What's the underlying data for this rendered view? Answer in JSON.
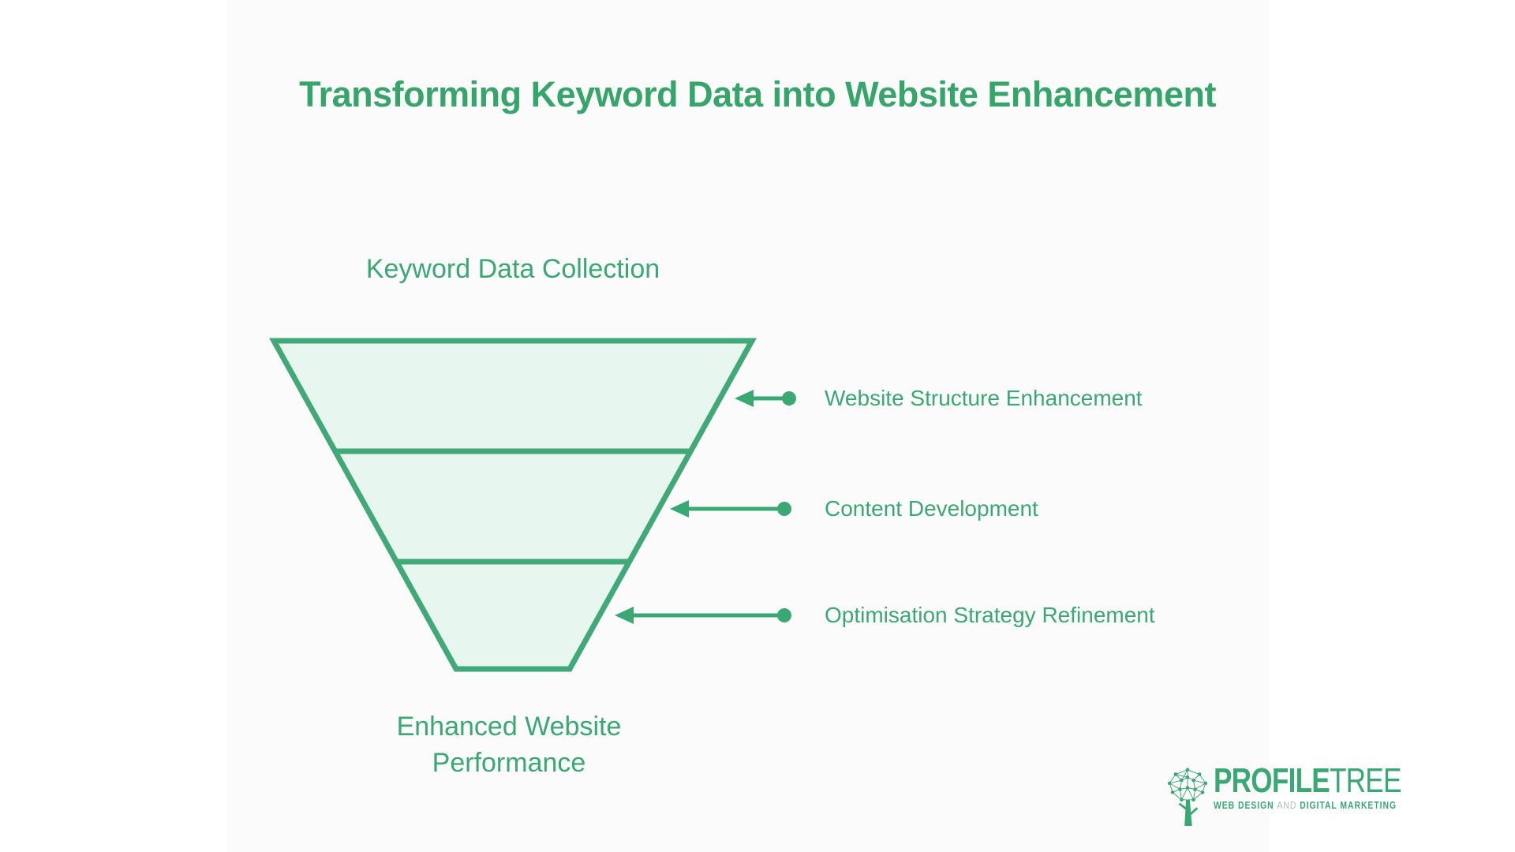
{
  "title": "Transforming Keyword Data into Website Enhancement",
  "colors": {
    "green_text": "#3aa873",
    "funnel_stroke": "#41a878",
    "funnel_fill": "#e7f6ee",
    "tagline_and_gray": "#a6c2b4",
    "panel_background": "#fbfbfc"
  },
  "funnel": {
    "top_label": "Keyword Data Collection",
    "bottom_label": "Enhanced Website Performance",
    "stages": [
      {
        "label": "Website Structure Enhancement"
      },
      {
        "label": "Content Development"
      },
      {
        "label": "Optimisation Strategy Refinement"
      }
    ]
  },
  "logo": {
    "brand_bold": "PROFILE",
    "brand_light": "TREE",
    "tagline_web": "WEB DESIGN",
    "tagline_and": "AND",
    "tagline_digital": "DIGITAL MARKETING"
  }
}
